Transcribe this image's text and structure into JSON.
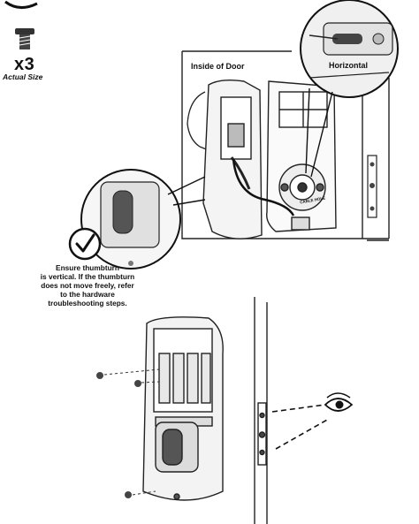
{
  "screw_quantity": {
    "count": "x3",
    "caption": "Actual Size"
  },
  "step_top": {
    "inside_door_label": "Inside of Door",
    "thumbturn_orientation_label": "Horizontal",
    "cable_hole_label": "CABLE HOLE"
  },
  "thumbturn_note": {
    "lines": [
      "Ensure thumbturn",
      "is vertical.  If the thumbturn",
      "does not move freely, refer",
      "to the hardware",
      "troubleshooting steps."
    ]
  },
  "icons": [
    "screw-icon",
    "checkmark-icon",
    "eye-icon"
  ],
  "colors": {
    "ink": "#111111",
    "line": "#222222",
    "paper": "#ffffff",
    "shade": "#d8d8d8"
  }
}
